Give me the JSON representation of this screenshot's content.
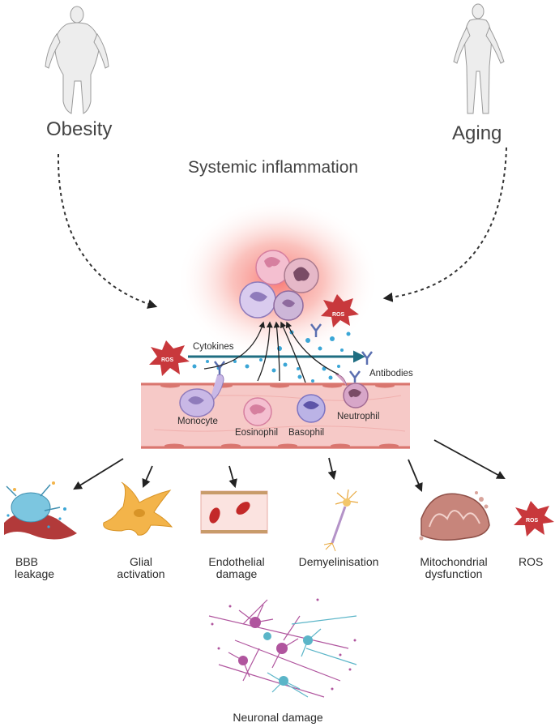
{
  "labels": {
    "obesity": "Obesity",
    "aging": "Aging",
    "systemic": "Systemic inflammation",
    "cytokines": "Cytokines",
    "antibodies": "Antibodies",
    "ros_badge": "ROS",
    "cells": {
      "monocyte": "Monocyte",
      "eosinophil": "Eosinophil",
      "basophil": "Basophil",
      "neutrophil": "Neutrophil"
    },
    "outcomes": {
      "bbb_1": "BBB",
      "bbb_2": "leakage",
      "glial_1": "Glial",
      "glial_2": "activation",
      "endo_1": "Endothelial",
      "endo_2": "damage",
      "demyel": "Demyelinisation",
      "mito_1": "Mitochondrial",
      "mito_2": "dysfunction",
      "ros": "ROS"
    },
    "neuronal": "Neuronal damage"
  },
  "colors": {
    "inflammation_glow": "#f8726c",
    "vessel": "#f6c9c7",
    "vessel_border": "#d9766f",
    "ros_star": "#c8383c",
    "monocyte": "#b8a4d8",
    "eosinophil": "#e99ab8",
    "basophil": "#a39bd9",
    "neutrophil": "#c48ab4",
    "cytokine_dot": "#3ba6d6",
    "arrow_teal": "#1f6e82",
    "neuron_magenta": "#b0559e",
    "neuron_cyan": "#5bb5c8",
    "glial": "#f3b44a"
  }
}
